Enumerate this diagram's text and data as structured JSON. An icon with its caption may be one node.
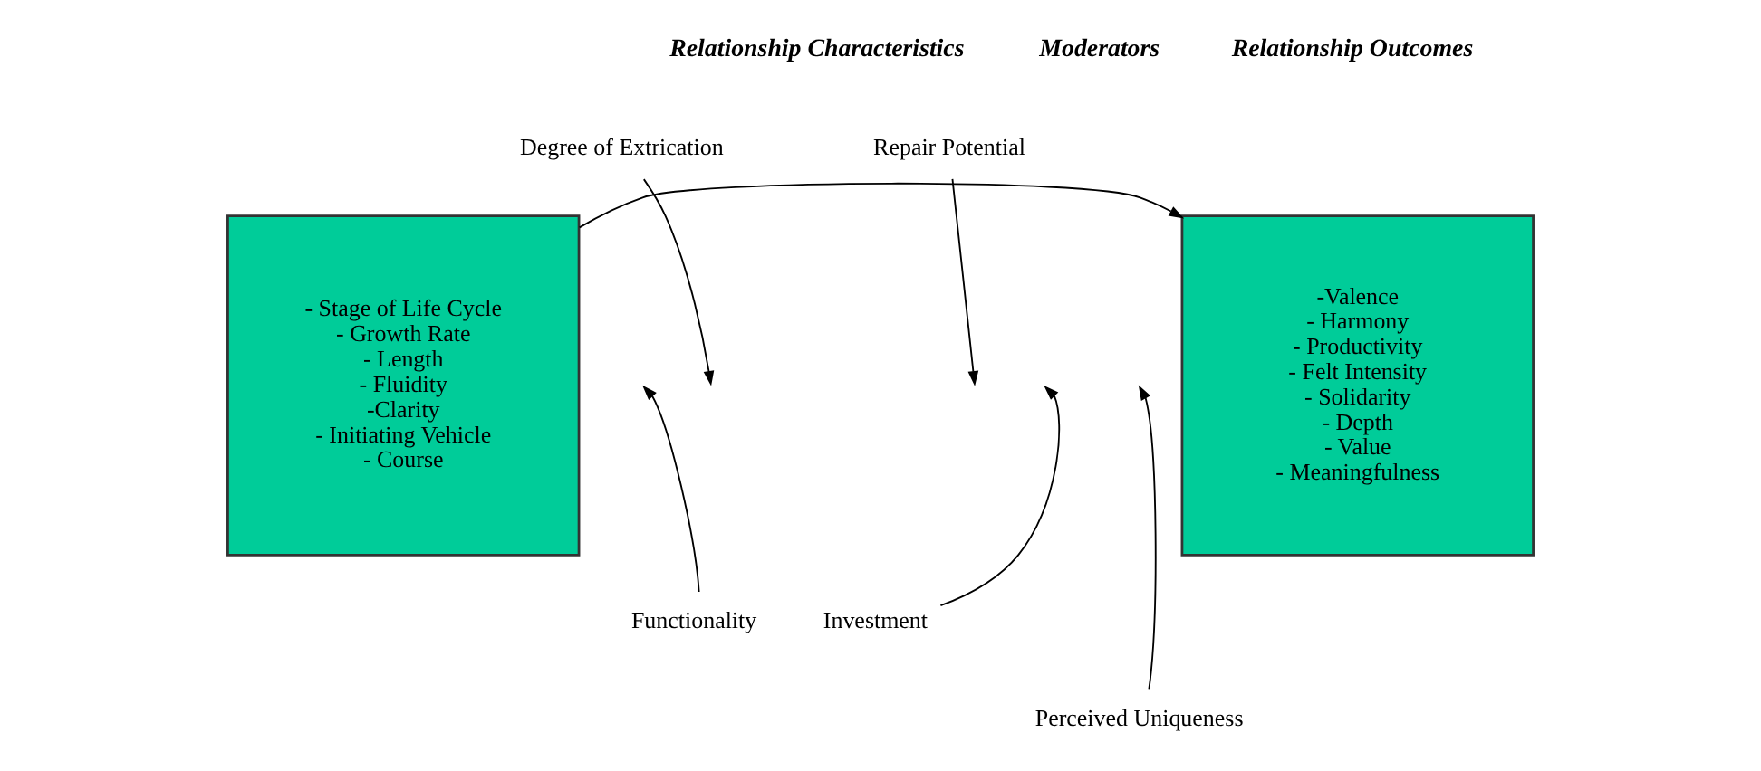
{
  "diagram": {
    "nodes": [
      {
        "text": [
          "- Stage of Life Cycle",
          "- Growth Rate",
          "- Length",
          "- Fluidity",
          "-Clarity",
          "- Initiating Vehicle",
          "- Course"
        ]
      },
      {
        "text": [
          "-Valence",
          "- Harmony",
          "- Productivity",
          "- Felt Intensity",
          "- Solidarity",
          "- Depth",
          "- Value",
          "- Meaningfulness"
        ]
      },
      {
        "text": [
          "Degree of Extrication"
        ]
      },
      {
        "text": [
          "Repair Potential"
        ]
      },
      {
        "text": [
          "Functionality"
        ]
      },
      {
        "text": [
          "Investment"
        ]
      },
      {
        "text": [
          "Perceived Uniqueness"
        ]
      }
    ],
    "edges": [
      {
        "from": 0,
        "to": 1,
        "arrow": "to"
      },
      {
        "from": 2,
        "to": null,
        "arrow": "to"
      },
      {
        "from": 4,
        "to": null,
        "arrow": "to"
      },
      {
        "from": 6,
        "to": null,
        "arrow": "to"
      },
      {
        "from": 3,
        "to": null,
        "arrow": "to"
      },
      {
        "from": 5,
        "to": null,
        "arrow": "to"
      }
    ],
    "labels": [
      "Relationship Characteristics",
      "Moderators",
      "Relationship Outcomes"
    ]
  }
}
